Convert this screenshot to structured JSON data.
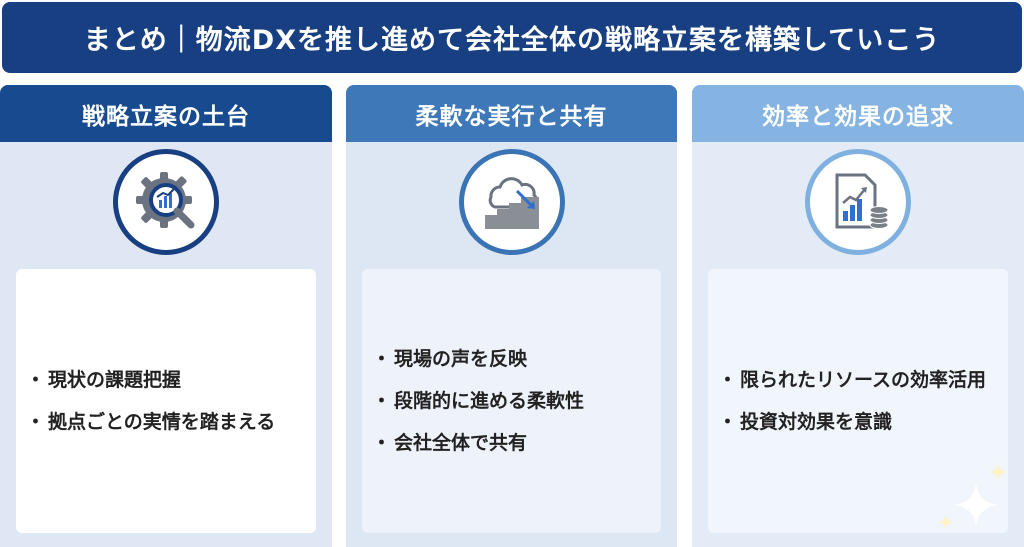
{
  "title": "まとめ｜物流DXを推し進めて会社全体の戦略立案を構築していこう",
  "columns": [
    {
      "header": "戦略立案の土台",
      "icon": "gear-analytics-icon",
      "items": [
        "現状の課題把握",
        "拠点ごとの実情を踏まえる"
      ]
    },
    {
      "header": "柔軟な実行と共有",
      "icon": "cloud-stairs-icon",
      "items": [
        "現場の声を反映",
        "段階的に進める柔軟性",
        "会社全体で共有"
      ]
    },
    {
      "header": "効率と効果の追求",
      "icon": "report-coins-icon",
      "items": [
        "限られたリソースの効率活用",
        "投資対効果を意識"
      ]
    }
  ],
  "colors": {
    "banner": "#173f82",
    "header_1": "#184a8f",
    "header_2": "#3e78b8",
    "header_3": "#85b3e2"
  }
}
